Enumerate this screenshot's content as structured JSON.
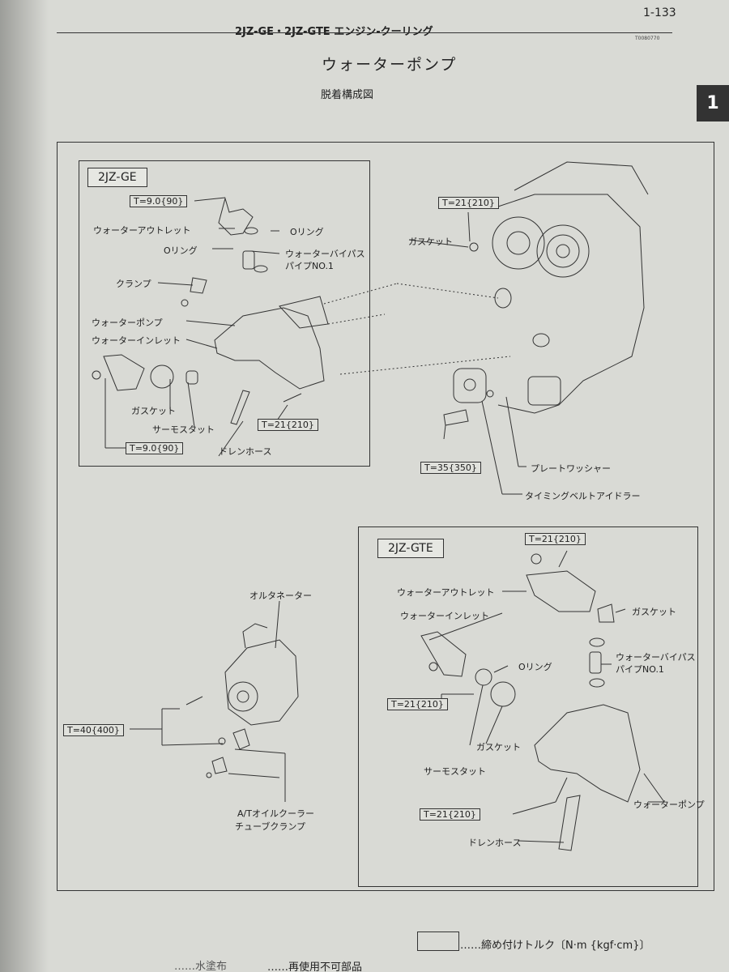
{
  "header": {
    "page_number": "1-133",
    "chapter_title": "2JZ-GE・2JZ-GTE エンジン-クーリング",
    "doc_code": "T0080770",
    "section_tab": "1"
  },
  "title": "ウォーターポンプ",
  "subtitle": "脱着構成図",
  "ge": {
    "model": "2JZ-GE",
    "labels": {
      "outlet": "ウォーターアウトレット",
      "oring1": "Oリング",
      "oring2": "Oリング",
      "bypass1": "ウォーターバイパス",
      "bypass2": "パイプNO.1",
      "clamp": "クランプ",
      "pump": "ウォーターポンプ",
      "inlet": "ウォーターインレット",
      "gasket": "ガスケット",
      "thermo": "サーモスタット",
      "drain": "ドレンホース"
    },
    "torque": {
      "t1": "T=9.0{90}",
      "t2": "T=21{210}",
      "t3": "T=9.0{90}"
    }
  },
  "engine": {
    "gasket": "ガスケット",
    "t_top": "T=21{210}",
    "t_bottom": "T=35{350}",
    "washer": "プレートワッシャー",
    "idler": "タイミングベルトアイドラー"
  },
  "alt": {
    "alternator": "オルタネーター",
    "torque": "T=40{400}",
    "clamp1": "A/Tオイルクーラー",
    "clamp2": "チューブクランプ"
  },
  "gte": {
    "model": "2JZ-GTE",
    "labels": {
      "outlet": "ウォーターアウトレット",
      "gasket1": "ガスケット",
      "inlet": "ウォーターインレット",
      "oring": "Oリング",
      "bypass1": "ウォーターバイパス",
      "bypass2": "パイプNO.1",
      "gasket2": "ガスケット",
      "thermo": "サーモスタット",
      "pump": "ウォーターポンプ",
      "drain": "ドレンホース"
    },
    "torque": {
      "t1": "T=21{210}",
      "t2": "T=21{210}",
      "t3": "T=21{210}"
    }
  },
  "legend": {
    "nonreusable": "……再使用不可部品",
    "torque": "……締め付けトルク〔N·m {kgf·cm}〕",
    "partial": "……水塗布"
  }
}
